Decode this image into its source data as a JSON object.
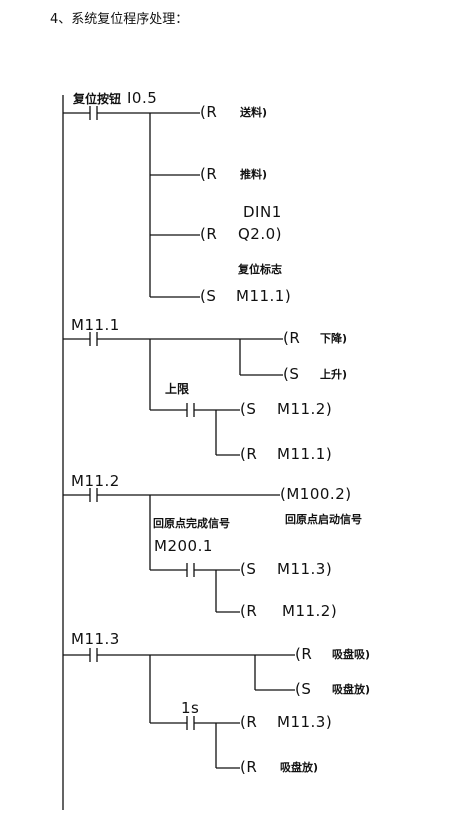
{
  "title": "4、系统复位程序处理：",
  "rung1": {
    "contact_label": "复位按钮",
    "contact_addr": "I0.5",
    "coils": [
      {
        "op": "(R",
        "target": "送料)"
      },
      {
        "op": "(R",
        "target": "推料)"
      },
      {
        "above": "DIN1",
        "op": "(R",
        "target": "Q2.0)"
      },
      {
        "above": "复位标志",
        "op": "(S",
        "target": "M11.1)"
      }
    ]
  },
  "rung2": {
    "contact_addr": "M11.1",
    "coils": [
      {
        "op": "(R",
        "target": "下降)"
      },
      {
        "op": "(S",
        "target": "上升)"
      }
    ],
    "branch_contact_label": "上限",
    "branch_coils": [
      {
        "op": "(S",
        "target": "M11.2)"
      },
      {
        "op": "(R",
        "target": "M11.1)"
      }
    ]
  },
  "rung3": {
    "contact_addr": "M11.2",
    "coil": {
      "op": "(M100.2)",
      "below": "回原点启动信号"
    },
    "branch_contact_label": "回原点完成信号",
    "branch_contact_addr": "M200.1",
    "branch_coils": [
      {
        "op": "(S",
        "target": "M11.3)"
      },
      {
        "op": "(R",
        "target": "M11.2)"
      }
    ]
  },
  "rung4": {
    "contact_addr": "M11.3",
    "coils": [
      {
        "op": "(R",
        "target": "吸盘吸)"
      },
      {
        "op": "(S",
        "target": "吸盘放)"
      }
    ],
    "branch_contact_label": "1s",
    "branch_coils": [
      {
        "op": "(R",
        "target": "M11.3)"
      },
      {
        "op": "(R",
        "target": "吸盘放)"
      }
    ]
  }
}
